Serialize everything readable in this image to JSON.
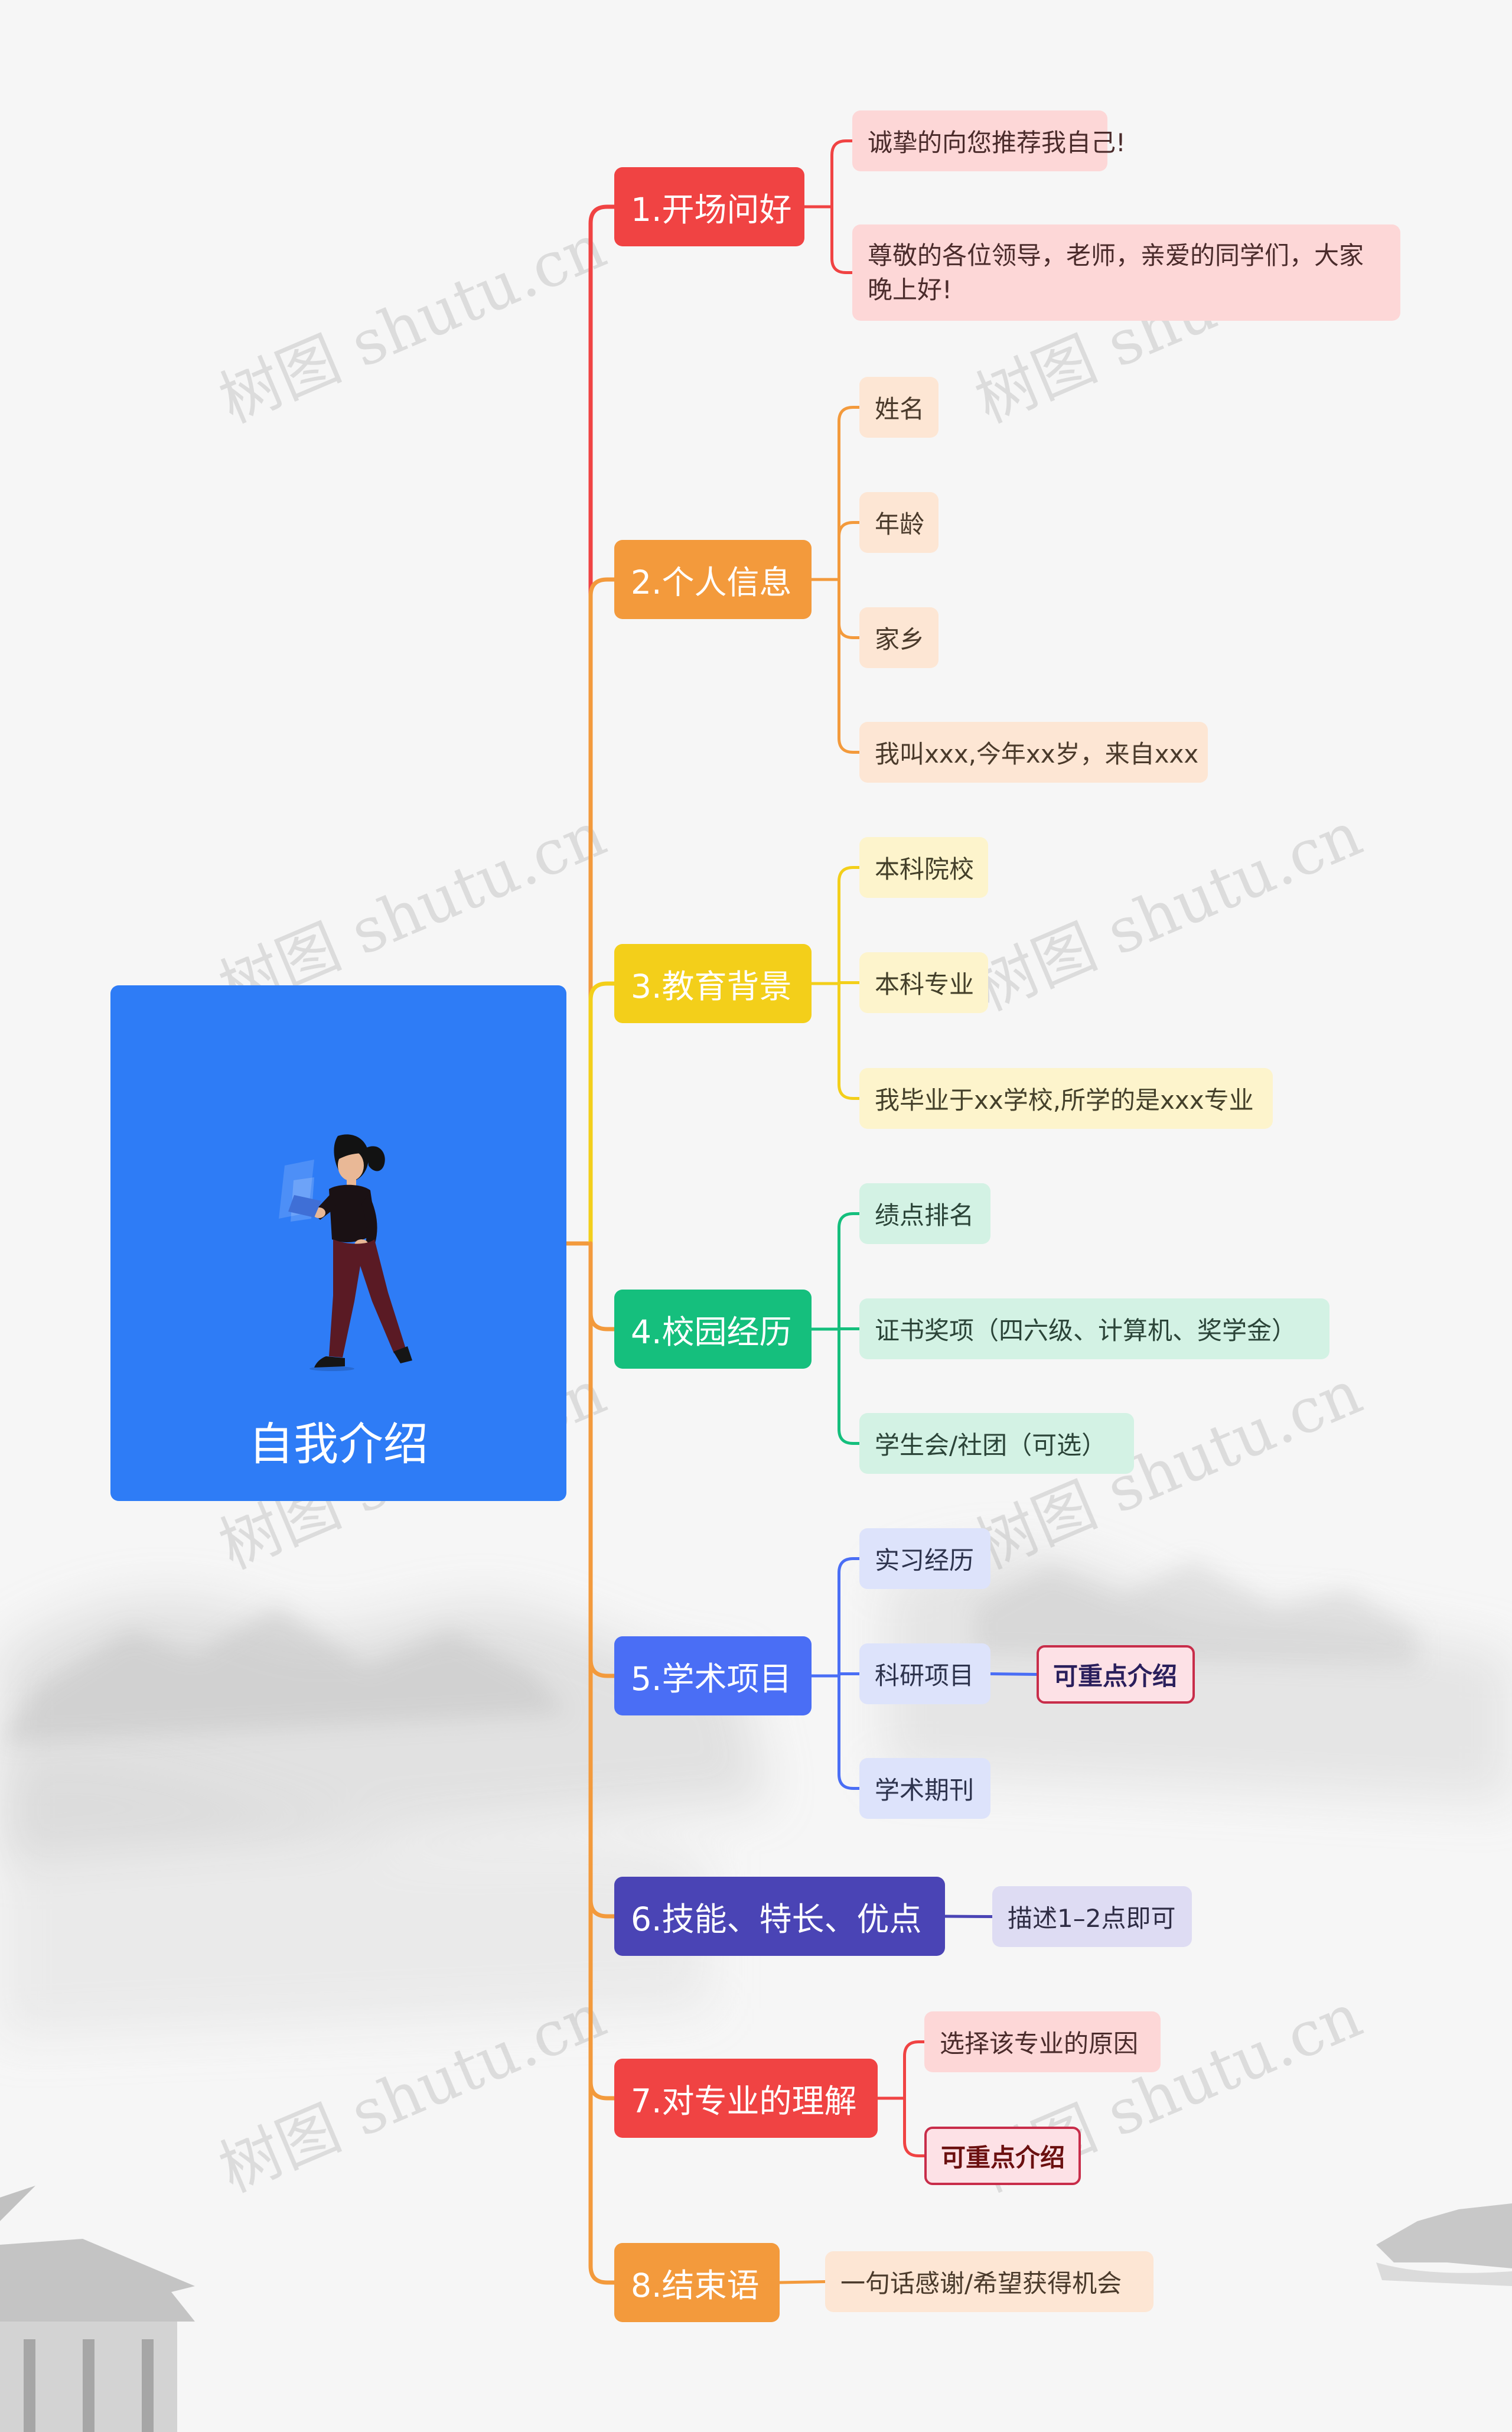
{
  "watermark": "树图 shutu.cn",
  "root": {
    "title": "自我介绍",
    "illustration": "woman-holding-tablet"
  },
  "colors": {
    "red": "#f04343",
    "orange": "#f39a3c",
    "yellow": "#f3cf1a",
    "green": "#15bf7d",
    "blue": "#4a6ef5",
    "indigo": "#4a44b5",
    "root": "#2e7cf6"
  },
  "branches": [
    {
      "label": "1.开场问好",
      "children": [
        {
          "label": "诚挚的向您推荐我自己!"
        },
        {
          "label": "尊敬的各位领导，老师，亲爱的同学们，大家晚上好!"
        }
      ]
    },
    {
      "label": "2.个人信息",
      "children": [
        {
          "label": "姓名"
        },
        {
          "label": "年龄"
        },
        {
          "label": "家乡"
        },
        {
          "label": "我叫xxx,今年xx岁，来自xxx"
        }
      ]
    },
    {
      "label": "3.教育背景",
      "children": [
        {
          "label": "本科院校"
        },
        {
          "label": "本科专业"
        },
        {
          "label": "我毕业于xx学校,所学的是xxx专业"
        }
      ]
    },
    {
      "label": "4.校园经历",
      "children": [
        {
          "label": "绩点排名"
        },
        {
          "label": "证书奖项（四六级、计算机、奖学金）"
        },
        {
          "label": "学生会/社团（可选）"
        }
      ]
    },
    {
      "label": "5.学术项目",
      "children": [
        {
          "label": "实习经历"
        },
        {
          "label": "科研项目",
          "note": "可重点介绍"
        },
        {
          "label": "学术期刊"
        }
      ]
    },
    {
      "label": "6.技能、特长、优点",
      "children": [
        {
          "label": "描述1–2点即可"
        }
      ]
    },
    {
      "label": "7.对专业的理解",
      "children": [
        {
          "label": "选择该专业的原因"
        },
        {
          "label": "可重点介绍",
          "note": true
        }
      ]
    },
    {
      "label": "8.结束语",
      "children": [
        {
          "label": "一句话感谢/希望获得机会"
        }
      ]
    }
  ]
}
